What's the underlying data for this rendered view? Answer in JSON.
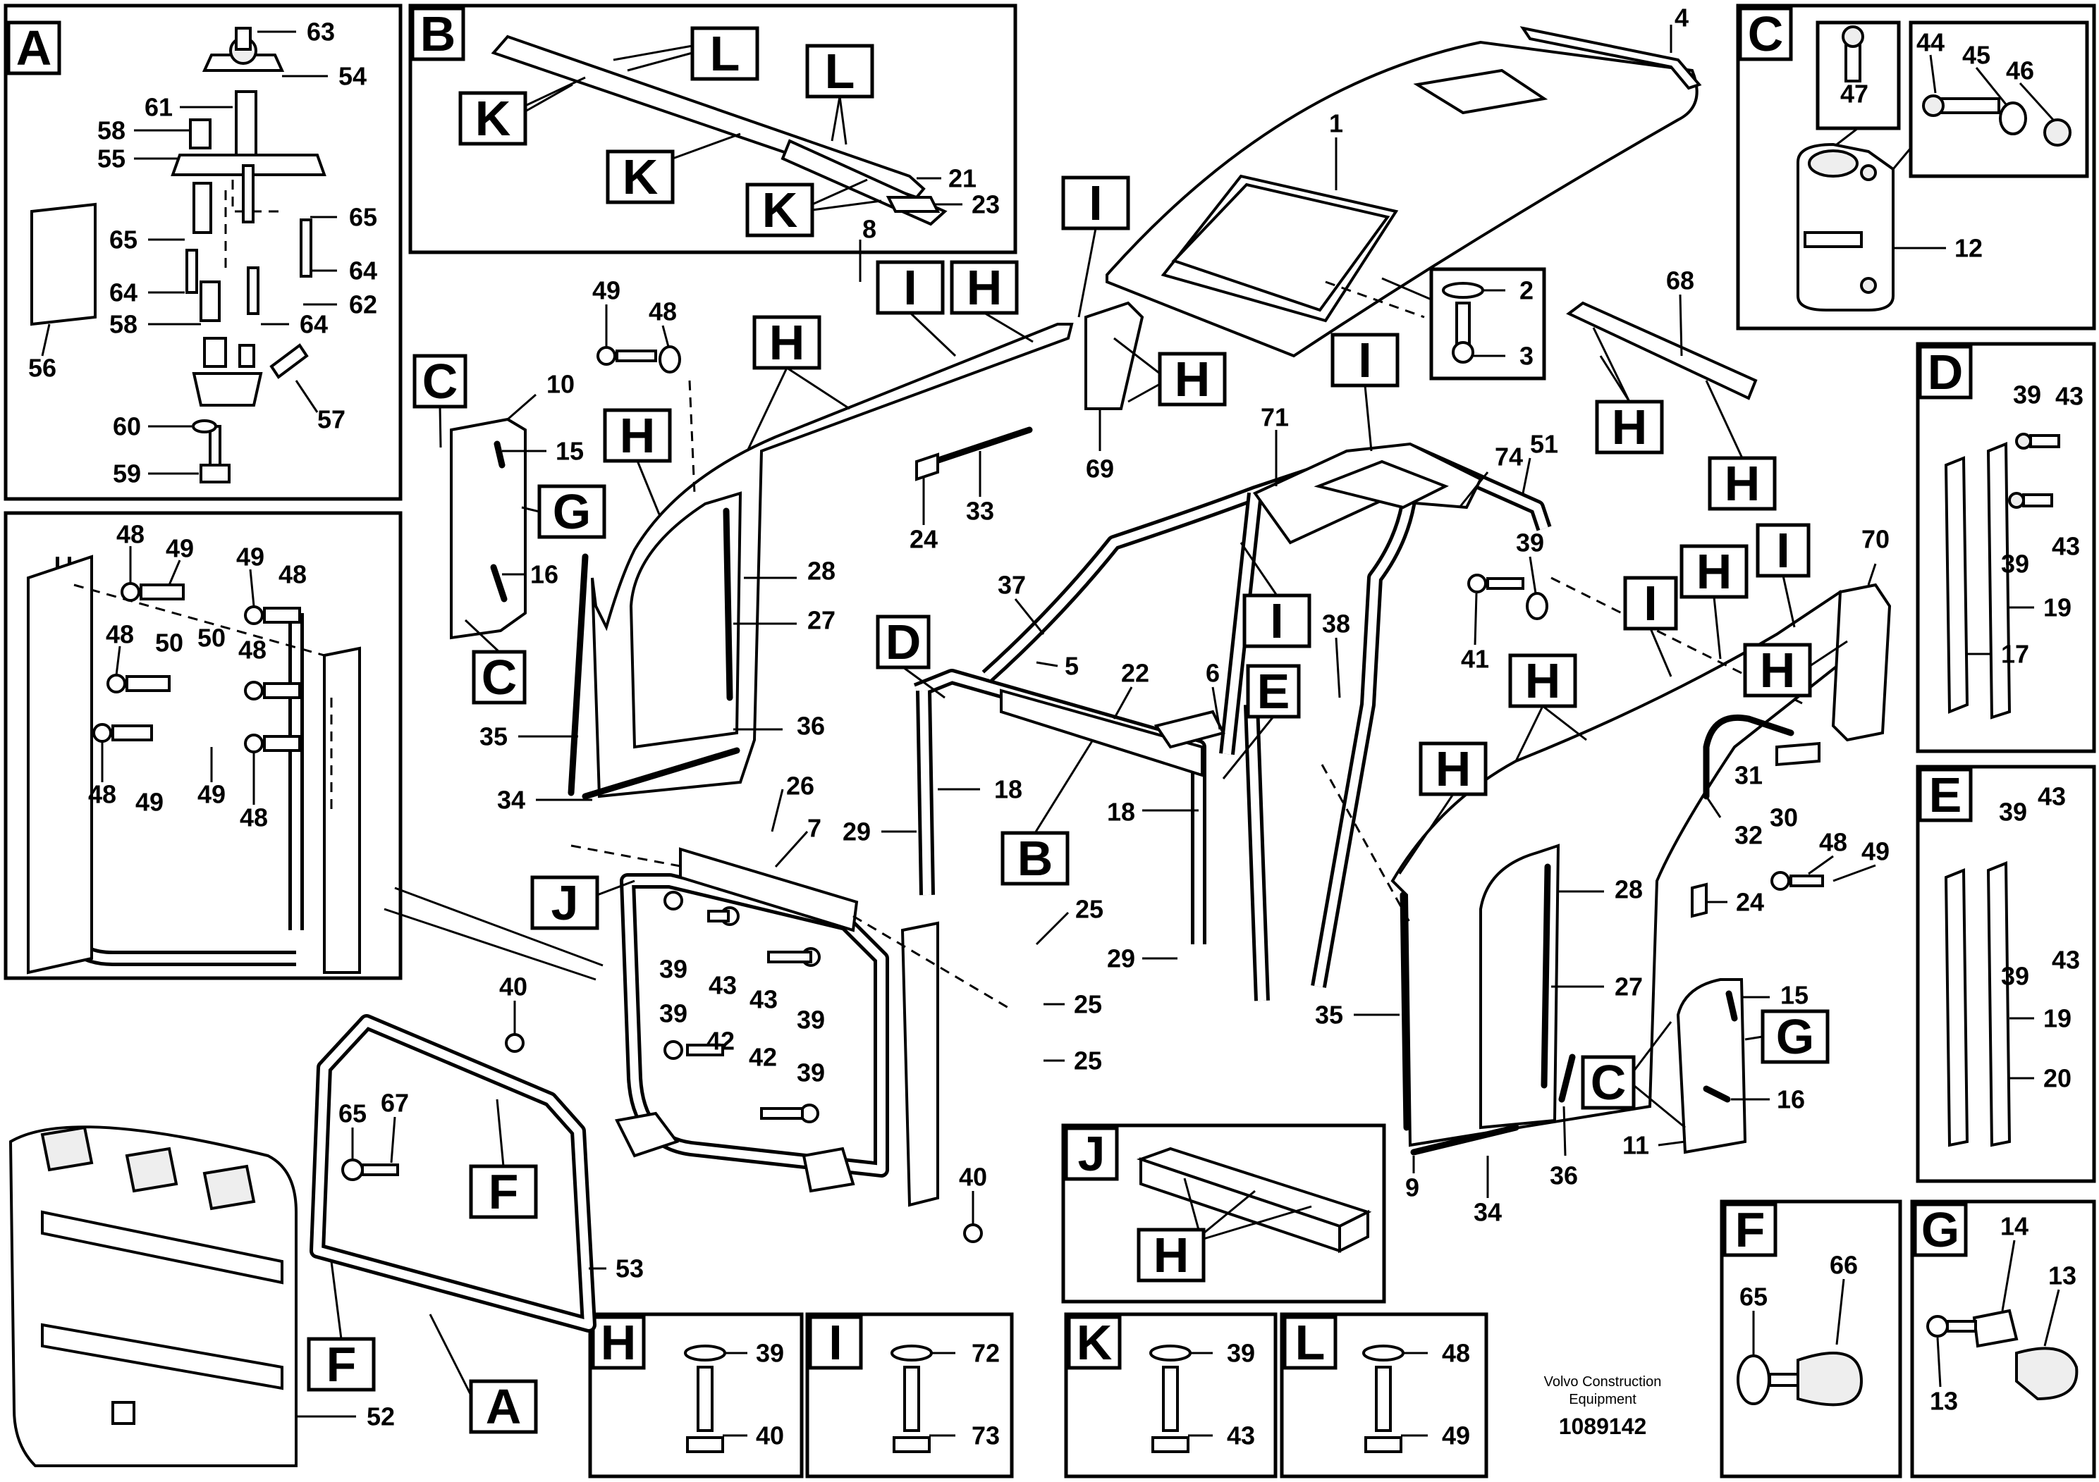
{
  "credit": {
    "line1": "Volvo Construction",
    "line2": "Equipment",
    "doc_number": "1089142"
  },
  "boxes": {
    "A": "A",
    "B": "B",
    "C": "C",
    "D": "D",
    "E": "E",
    "F": "F",
    "G": "G",
    "H": "H",
    "I": "I",
    "J": "J",
    "K": "K",
    "L": "L"
  },
  "parts": {
    "p1": "1",
    "p2": "2",
    "p3": "3",
    "p4": "4",
    "p5": "5",
    "p6": "6",
    "p7": "7",
    "p8": "8",
    "p9": "9",
    "p10": "10",
    "p11": "11",
    "p12": "12",
    "p13": "13",
    "p14": "14",
    "p15": "15",
    "p16": "16",
    "p17": "17",
    "p18": "18",
    "p19": "19",
    "p20": "20",
    "p21": "21",
    "p22": "22",
    "p23": "23",
    "p24": "24",
    "p25": "25",
    "p26": "26",
    "p27": "27",
    "p28": "28",
    "p29": "29",
    "p30": "30",
    "p31": "31",
    "p32": "32",
    "p33": "33",
    "p34": "34",
    "p35": "35",
    "p36": "36",
    "p37": "37",
    "p38": "38",
    "p39": "39",
    "p40": "40",
    "p41": "41",
    "p42": "42",
    "p43": "43",
    "p44": "44",
    "p45": "45",
    "p46": "46",
    "p47": "47",
    "p48": "48",
    "p49": "49",
    "p50": "50",
    "p51": "51",
    "p52": "52",
    "p53": "53",
    "p54": "54",
    "p55": "55",
    "p56": "56",
    "p57": "57",
    "p58": "58",
    "p59": "59",
    "p60": "60",
    "p61": "61",
    "p62": "62",
    "p63": "63",
    "p64": "64",
    "p65": "65",
    "p66": "66",
    "p67": "67",
    "p68": "68",
    "p69": "69",
    "p70": "70",
    "p71": "71",
    "p72": "72",
    "p73": "73",
    "p74": "74"
  }
}
